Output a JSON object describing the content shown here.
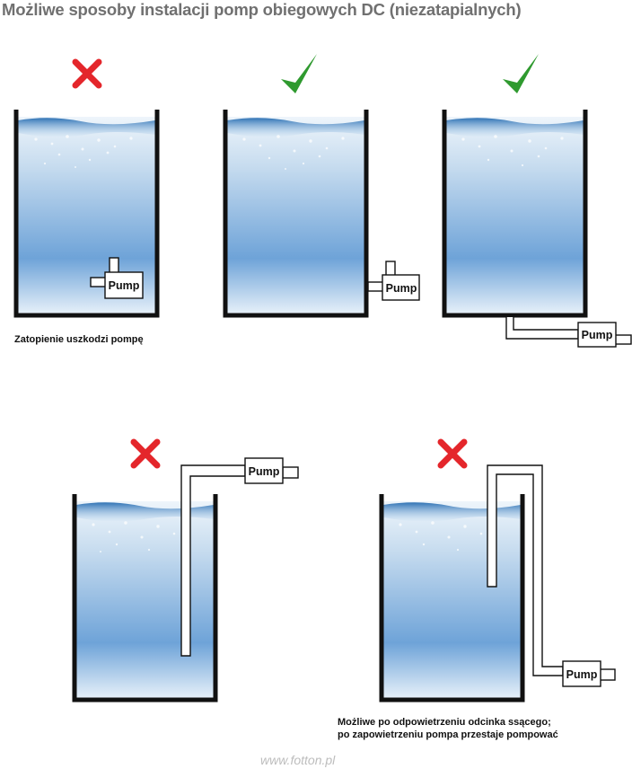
{
  "title": "Możliwe sposoby instalacji pomp obiegowych DC (niezatapialnych)",
  "pump_label": "Pump",
  "captions": {
    "scenario1": "Zatopienie uszkodzi pompę",
    "scenario5_line1": "Możliwe po odpowietrzeniu odcinka ssącego;",
    "scenario5_line2": "po zapowietrzeniu pompa przestaje pompować"
  },
  "footer": "www.fotton.pl",
  "scenarios": [
    {
      "id": 1,
      "mark": "cross-icon"
    },
    {
      "id": 2,
      "mark": "check-icon"
    },
    {
      "id": 3,
      "mark": "check-icon"
    },
    {
      "id": 4,
      "mark": "cross-icon"
    },
    {
      "id": 5,
      "mark": "cross-icon"
    }
  ],
  "colors": {
    "cross": "#e4262b",
    "check": "#2f9a2f",
    "tank_wall": "#111111",
    "water_top": "#dbe8f4",
    "water_mid": "#6aa0d6",
    "water_bottom": "#e3eef8"
  }
}
